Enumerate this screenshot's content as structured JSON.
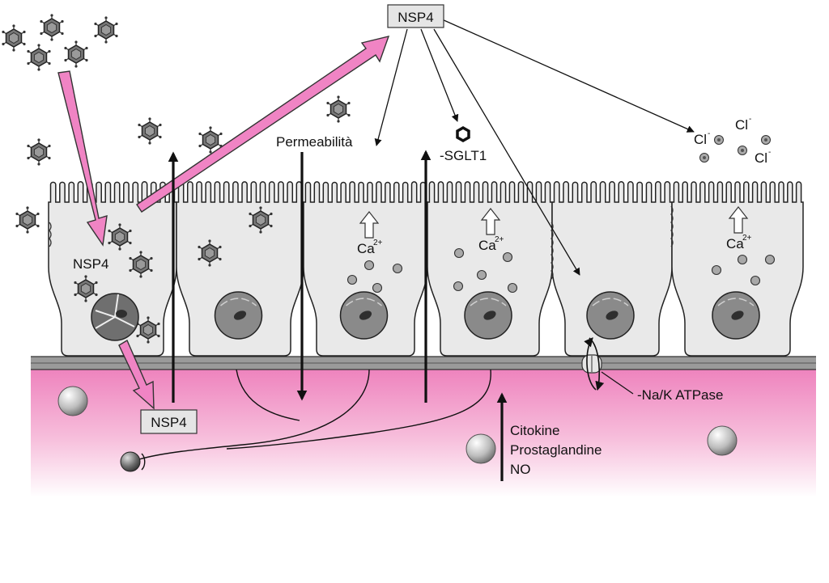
{
  "labels": {
    "nsp4_top": "NSP4",
    "nsp4_cell": "NSP4",
    "nsp4_bottom": "NSP4",
    "permeabilita": "Permeabilità",
    "sglt1": "-SGLT1",
    "cl": "Cl",
    "cl_charge": "-",
    "ca": "Ca",
    "ca_charge": "2+",
    "atpase": "-Na/K ATPase",
    "citokine": "Citokine",
    "prostaglandine": "Prostaglandine",
    "no": "NO"
  },
  "colors": {
    "pink_arrow": "#f084c4",
    "lamina": "#ee82bd",
    "cell_fill": "#e9e9e9",
    "nucleus": "#8a8a8a",
    "virus": "#6d6d6d"
  }
}
